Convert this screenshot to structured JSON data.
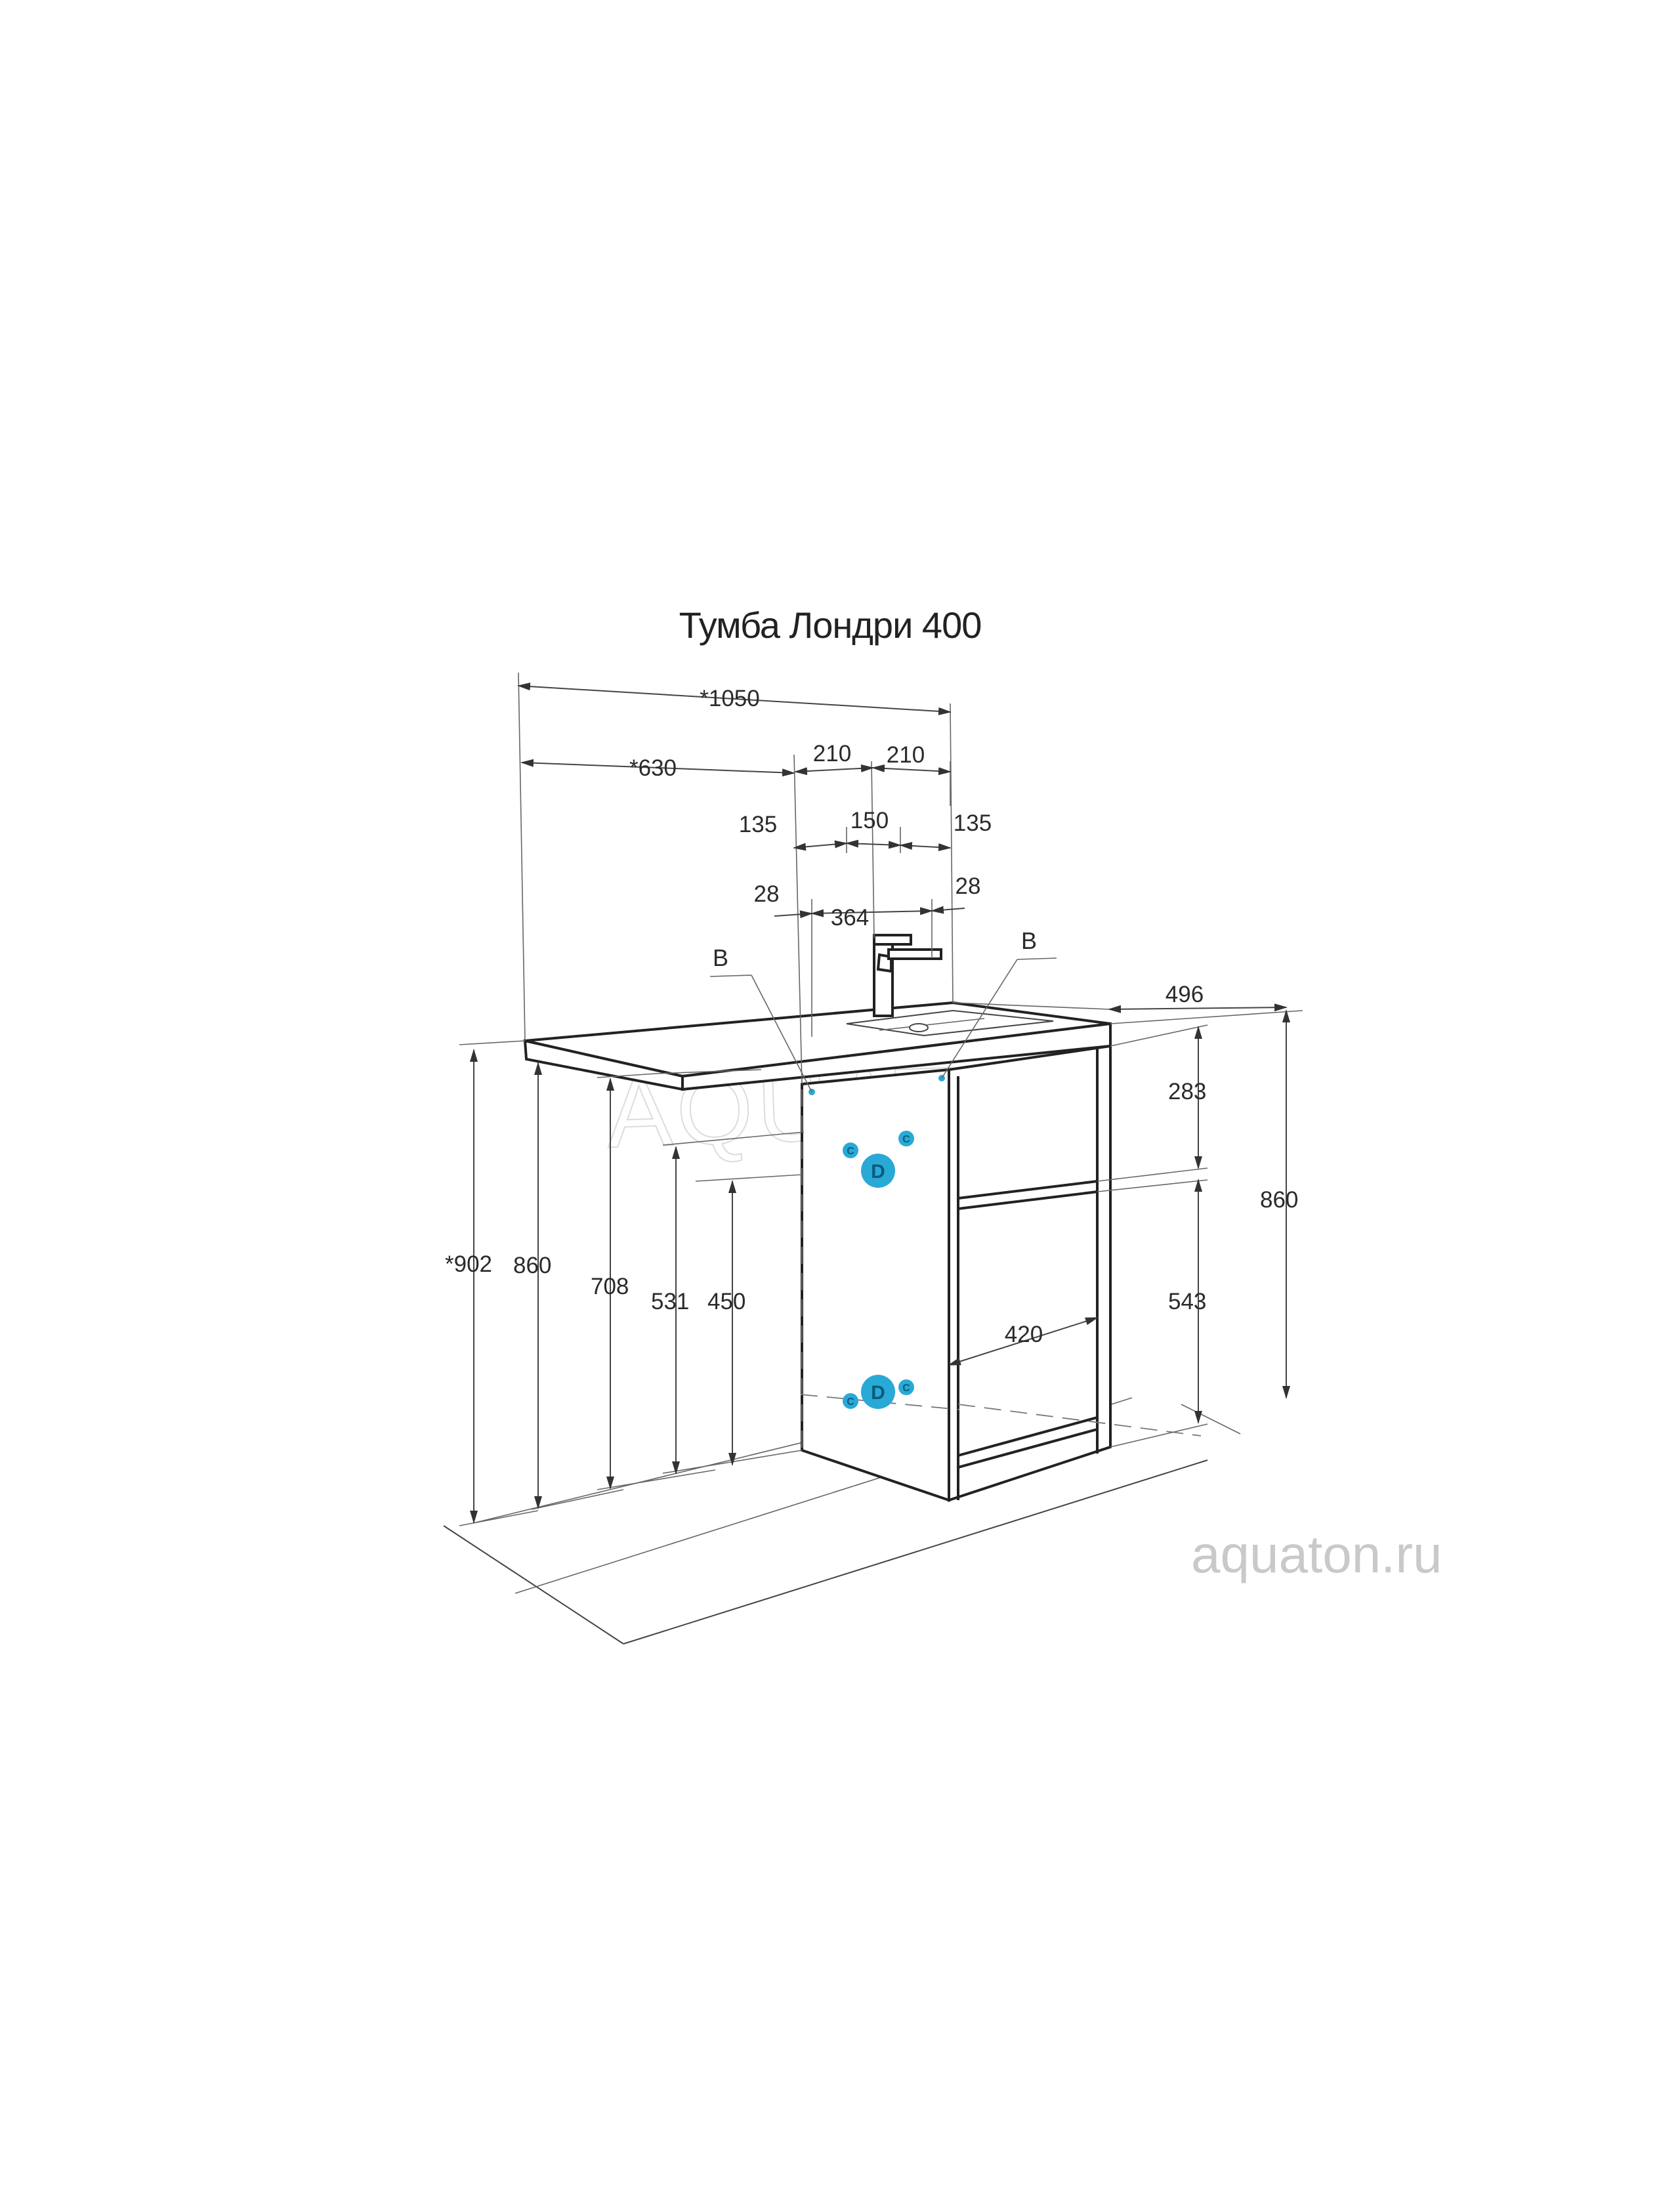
{
  "title": "Тумба Лондри 400",
  "watermark_logo": "AQUATON",
  "watermark_site": "aquaton.ru",
  "dimensions": {
    "overall_width": "*1050",
    "offset_width": "*630",
    "upper_left": "210",
    "upper_right": "210",
    "mid_left": "135",
    "mid_center": "150",
    "mid_right": "135",
    "edge_left": "28",
    "basin_width": "364",
    "edge_right": "28",
    "depth": "496",
    "top_height": "283",
    "bottom_height": "543",
    "right_total_height": "860",
    "inner_width": "420",
    "total_height_max": "*902",
    "left_total_height": "860",
    "h708": "708",
    "h531": "531",
    "h450": "450"
  },
  "labels": {
    "b_left": "B",
    "b_right": "B",
    "d_upper": "D",
    "c_upper_left": "C",
    "c_upper_right": "C",
    "d_lower": "D",
    "c_lower_left": "C",
    "c_lower_right": "C"
  },
  "colors": {
    "line": "#444444",
    "connection": "#29a9d6",
    "watermark": "#c9c9c9"
  }
}
